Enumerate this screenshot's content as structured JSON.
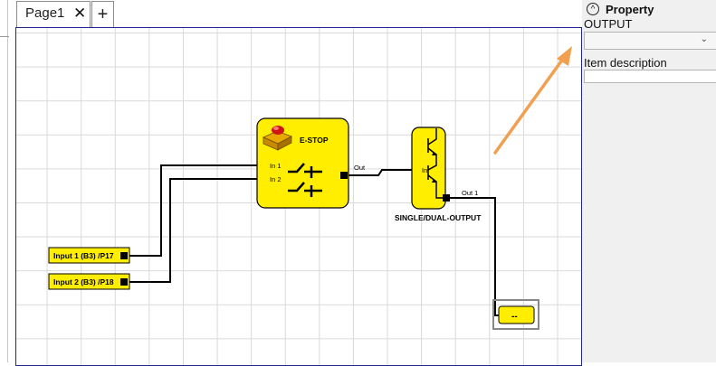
{
  "tabs": [
    {
      "label": "Page1",
      "close_glyph": "✕"
    }
  ],
  "add_tab_glyph": "+",
  "diagram": {
    "inputs": [
      {
        "label": "Input 1 (B3) /P17"
      },
      {
        "label": "Input 2 (B3) /P18"
      }
    ],
    "estop": {
      "title": "E-STOP",
      "in1": "In 1",
      "in2": "In 2",
      "out": "Out"
    },
    "output_block": {
      "title": "SINGLE/DUAL-OUTPUT",
      "in": "In",
      "out": "Out 1"
    },
    "output_terminal": {
      "label": "--"
    }
  },
  "panel": {
    "header": "Property",
    "type_label": "OUTPUT",
    "select_value": "",
    "description_label": "Item description",
    "description_value": ""
  },
  "colors": {
    "block_yellow": "#ffee00",
    "arrow_orange": "#f0a050",
    "canvas_border": "#1e2a8c"
  }
}
